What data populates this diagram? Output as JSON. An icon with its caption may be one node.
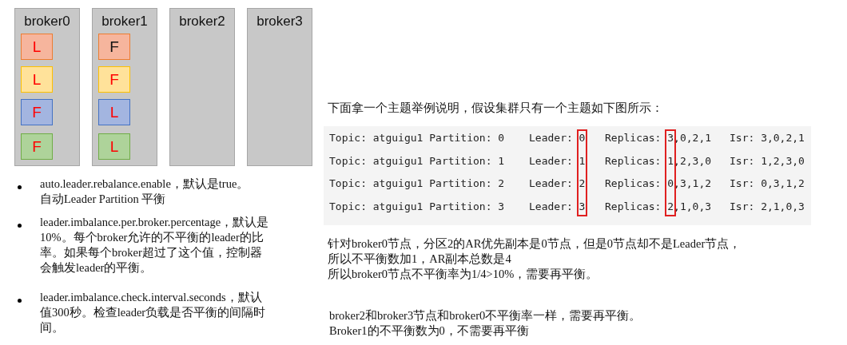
{
  "diagram": {
    "nodes": [
      {
        "text": [
          "broker0"
        ]
      },
      {
        "text": [
          "broker1"
        ]
      },
      {
        "text": [
          "broker2"
        ]
      },
      {
        "text": [
          "broker3"
        ]
      },
      {
        "text": [
          "L"
        ],
        "in": 0
      },
      {
        "text": [
          "L"
        ],
        "in": 0
      },
      {
        "text": [
          "F"
        ],
        "in": 0
      },
      {
        "text": [
          "F"
        ],
        "in": 0
      },
      {
        "text": [
          "F"
        ],
        "in": 1
      },
      {
        "text": [
          "F"
        ],
        "in": 1
      },
      {
        "text": [
          "L"
        ],
        "in": 1
      },
      {
        "text": [
          "L"
        ],
        "in": 1
      }
    ],
    "edges": [],
    "labels": [
      "auto.leader.rebalance.enable，默认是true。",
      "自动Leader Partition 平衡",
      "leader.imbalance.per.broker.percentage，默认是10%。每个broker允许的不平衡的leader的比率。如果每个broker超过了这个值，控制器会触发leader的平衡。",
      "leader.imbalance.check.interval.seconds，默认值300秒。检查leader负载是否平衡的间隔时间。",
      "下面拿一个主题举例说明，假设集群只有一个主题如下图所示：",
      "Topic: atguigu1 Partition: 0",
      "Leader: 0",
      "Replicas: 3,0,2,1",
      "Isr: 3,0,2,1",
      "Topic: atguigu1 Partition: 1",
      "Leader: 1",
      "Replicas: 1,2,3,0",
      "Isr: 1,2,3,0",
      "Topic: atguigu1 Partition: 2",
      "Leader: 2",
      "Replicas: 0,3,1,2",
      "Isr: 0,3,1,2",
      "Topic: atguigu1 Partition: 3",
      "Leader: 3",
      "Replicas: 2,1,0,3",
      "Isr: 2,1,0,3",
      "针对broker0节点，分区2的AR优先副本是0节点，但是0节点却不是Leader节点，",
      "所以不平衡数加1，AR副本总数是4",
      "所以broker0节点不平衡率为1/4>10%，需要再平衡。",
      "broker2和broker3节点和broker0不平衡率一样，需要再平衡。",
      "Broker1的不平衡数为0，不需要再平衡"
    ]
  }
}
